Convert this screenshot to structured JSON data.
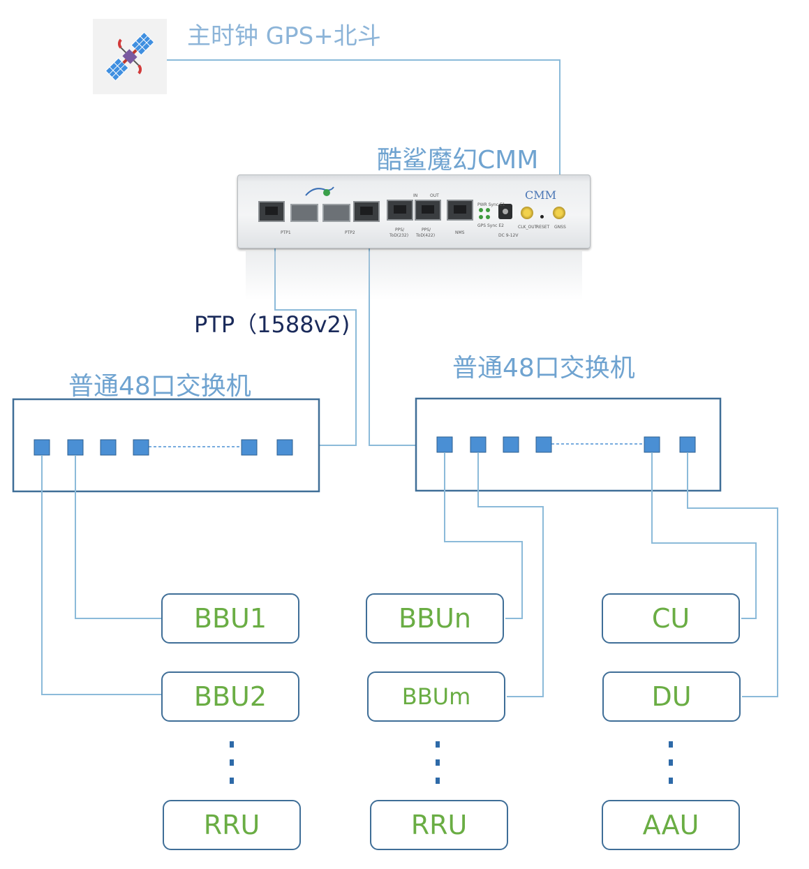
{
  "master_clock": {
    "label": "主时钟 GPS+北斗",
    "icon": "satellite-icon"
  },
  "device": {
    "label": "酷鲨魔幻CMM",
    "brand": "CMM",
    "panel_labels": [
      "PTP1",
      "PTP2",
      "PPS/",
      "ToD(232)",
      "PPS/",
      "ToD(422)",
      "NMS",
      "IN",
      "OUT",
      "PWR Sync E1",
      "GPS Sync E2",
      "DC 9-12V",
      "CLK_OUT",
      "RESET",
      "GNSS"
    ]
  },
  "protocol": {
    "label": "PTP（1588v2)"
  },
  "switches": {
    "left": {
      "label": "普通48口交换机"
    },
    "right": {
      "label": "普通48口交换机"
    }
  },
  "nodes": {
    "bbu1": "BBU1",
    "bbu2": "BBU2",
    "rru_left": "RRU",
    "bbun": "BBUn",
    "bbum": "BBUm",
    "rru_mid": "RRU",
    "cu": "CU",
    "du": "DU",
    "aau": "AAU"
  },
  "colors": {
    "wire": "#8bbad9",
    "switch_border": "#3f6e97",
    "port": "#4a8fd4",
    "node_text": "#6aad44",
    "node_border": "#3f6e97"
  }
}
